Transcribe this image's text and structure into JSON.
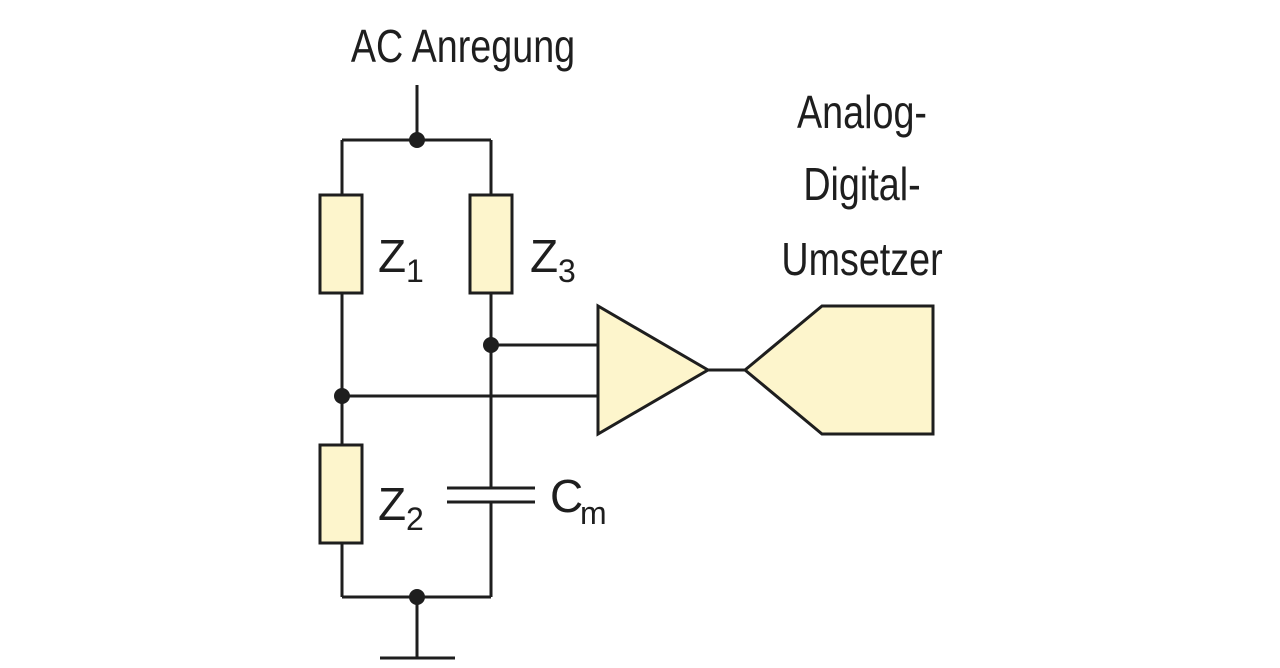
{
  "title": "AC Anregung",
  "adc_label": [
    "Analog-",
    "Digital-",
    "Umsetzer"
  ],
  "components": {
    "z1": {
      "name": "Z",
      "sub": "1"
    },
    "z2": {
      "name": "Z",
      "sub": "2"
    },
    "z3": {
      "name": "Z",
      "sub": "3"
    },
    "cm": {
      "name": "C",
      "sub": "m"
    }
  },
  "colors": {
    "fill": "#fdf5cc",
    "line": "#1e1e1e"
  }
}
